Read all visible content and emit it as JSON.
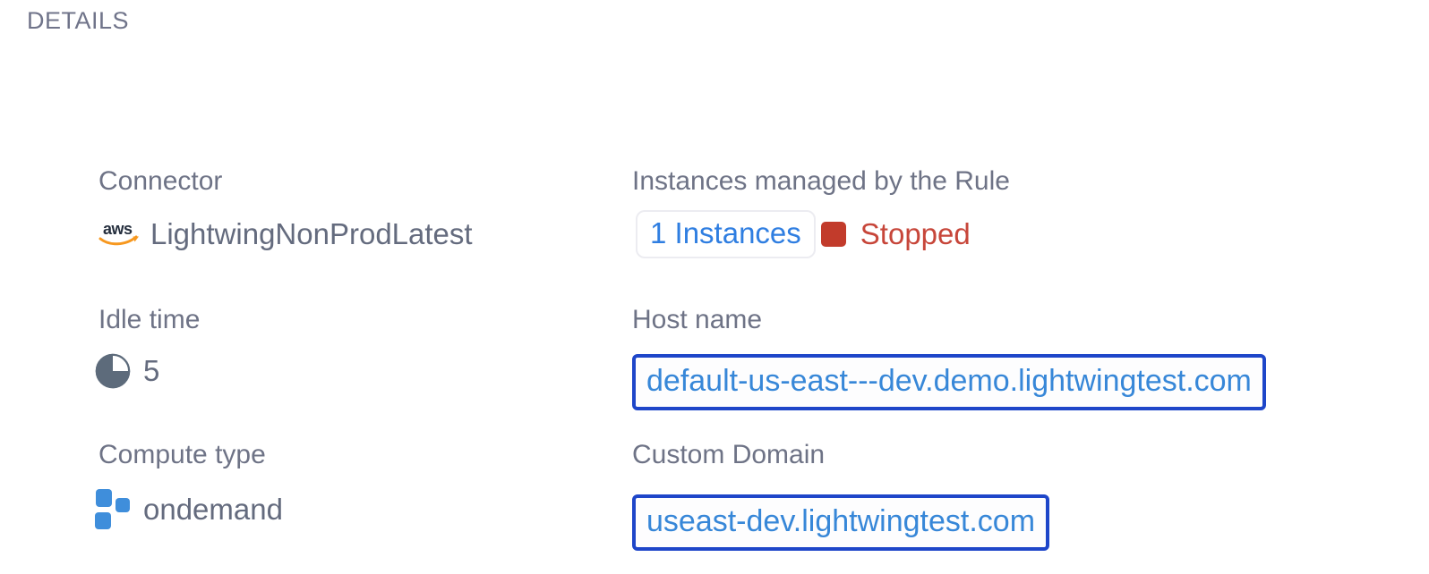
{
  "section_title": "DETAILS",
  "fields": {
    "connector": {
      "label": "Connector",
      "value": "LightwingNonProdLatest",
      "icon": "aws-icon",
      "aws_logo_text": "aws"
    },
    "idle_time": {
      "label": "Idle time",
      "value": "5",
      "icon": "pie-clock-icon"
    },
    "compute_type": {
      "label": "Compute type",
      "value": "ondemand",
      "icon": "compute-squares-icon"
    },
    "instances": {
      "label": "Instances managed by the Rule",
      "count_link": "1 Instances",
      "status": "Stopped",
      "status_icon": "stopped-square-icon"
    },
    "host_name": {
      "label": "Host name",
      "value": "default-us-east---dev.demo.lightwingtest.com"
    },
    "custom_domain": {
      "label": "Custom Domain",
      "value": "useast-dev.lightwingtest.com"
    }
  },
  "colors": {
    "label_gray": "#6E7386",
    "value_gray": "#646B7E",
    "link_blue": "#3787D8",
    "instances_blue": "#2F7EE1",
    "focus_border_blue": "#1E46C9",
    "status_red_text": "#C7463A",
    "status_red_square": "#C23B2B",
    "icon_slate": "#5D6B7B",
    "compute_blue": "#3F8EDB",
    "aws_navy": "#252F3E",
    "aws_orange": "#F7981F"
  }
}
